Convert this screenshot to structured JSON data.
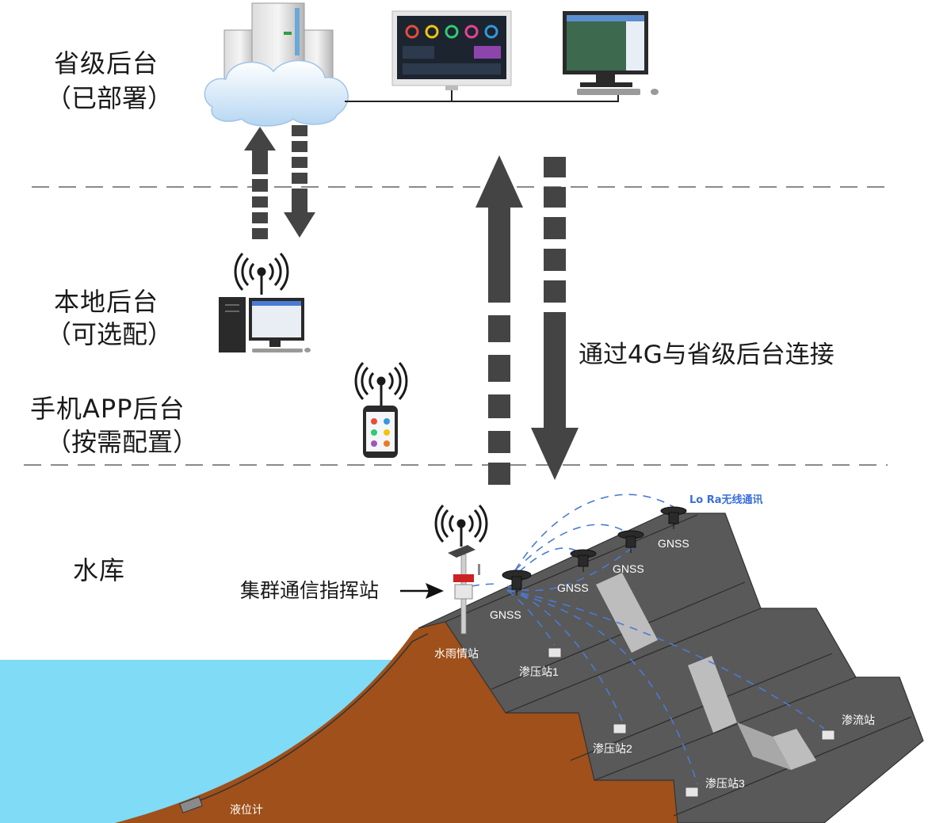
{
  "levels": {
    "provincial": {
      "title": "省级后台",
      "sub": "（已部署）"
    },
    "local": {
      "title": "本地后台",
      "sub": "（可选配）"
    },
    "mobile": {
      "title": "手机APP后台",
      "sub": "（按需配置）"
    },
    "reservoir": {
      "title": "水库"
    }
  },
  "link_label": "通过4G与省级后台连接",
  "cluster_station": "集群通信指挥站",
  "lora_label": "Lo Ra无线通讯",
  "gnss": [
    "GNSS",
    "GNSS",
    "GNSS",
    "GNSS"
  ],
  "rain_station": "水雨情站",
  "seepage_pressure": [
    "渗压站1",
    "渗压站2",
    "渗压站3"
  ],
  "seepage_flow": "渗流站",
  "level_gauge": "液位计",
  "colors": {
    "water": "#7fdbf6",
    "soil": "#a0501a",
    "dam": "#595959",
    "arrow": "#444444",
    "lora": "#4a7bd4"
  }
}
